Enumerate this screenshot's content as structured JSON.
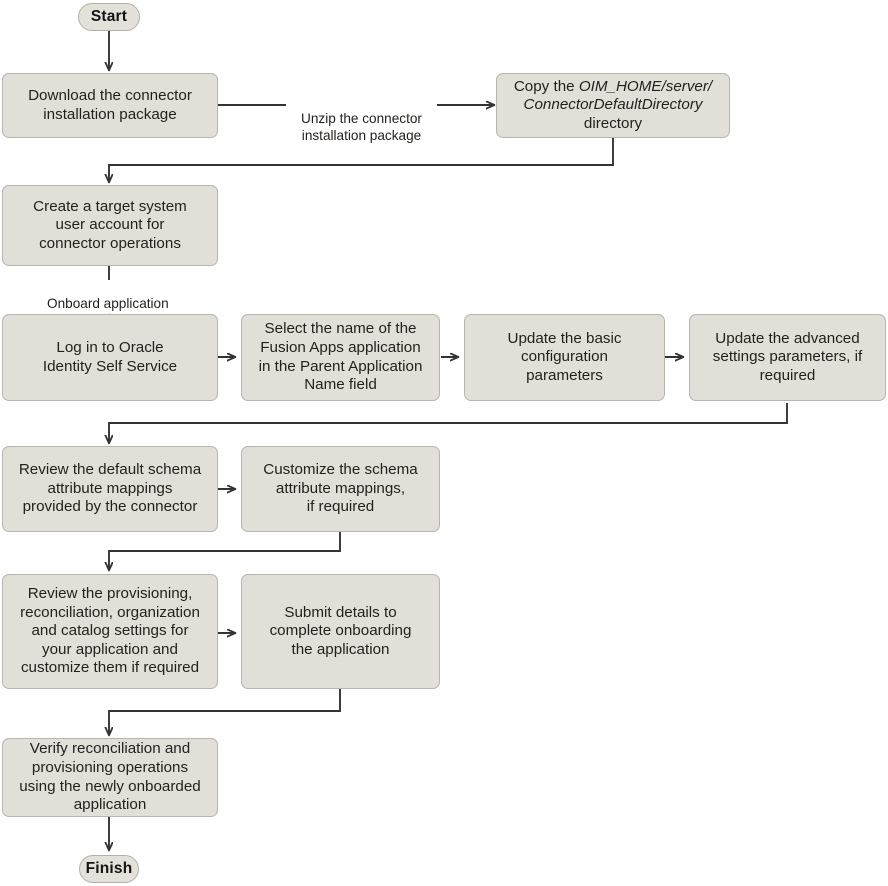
{
  "diagram": {
    "title": "Connector deployment and onboarding flowchart",
    "colors": {
      "node_fill": "#e2dfd9",
      "node_border": "#b9b5ad",
      "edge_stroke": "#333333",
      "text": "#231f1c",
      "background": "#ffffff"
    },
    "start_label": "Start",
    "finish_label": "Finish",
    "nodes": [
      {
        "id": "download",
        "text": "Download the connector\ninstallation package"
      },
      {
        "id": "copy",
        "text_prefix": "Copy the ",
        "text_italic": "OIM_HOME/server/\nConnectorDefaultDirectory",
        "text_suffix": "\ndirectory"
      },
      {
        "id": "create-account",
        "text": "Create a target system\nuser account for\nconnector operations"
      },
      {
        "id": "login",
        "text": "Log in to Oracle\nIdentity Self Service"
      },
      {
        "id": "select-name",
        "text": "Select the name of the\nFusion Apps application\nin the Parent Application\nName field"
      },
      {
        "id": "basic-config",
        "text": "Update the basic\nconfiguration\nparameters"
      },
      {
        "id": "advanced-settings",
        "text": "Update the advanced\nsettings parameters, if\nrequired"
      },
      {
        "id": "review-schema",
        "text": "Review the default schema\nattribute mappings\nprovided by the connector"
      },
      {
        "id": "customize-schema",
        "text": "Customize the schema\nattribute mappings,\nif required"
      },
      {
        "id": "review-settings",
        "text": "Review the provisioning,\nreconciliation, organization\nand catalog settings for\nyour application and\ncustomize them if required"
      },
      {
        "id": "submit-details",
        "text": "Submit details to\ncomplete onboarding\nthe application"
      },
      {
        "id": "verify",
        "text": "Verify reconciliation and\nprovisioning operations\nusing the newly onboarded\napplication"
      }
    ],
    "edge_labels": [
      {
        "id": "unzip",
        "text": "Unzip the connector\ninstallation package"
      },
      {
        "id": "onboard",
        "text": "Onboard application"
      }
    ]
  }
}
